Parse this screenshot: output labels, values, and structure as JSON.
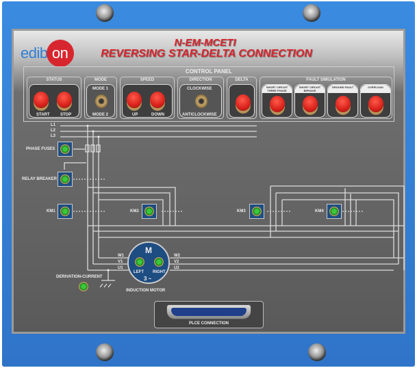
{
  "header": {
    "brand": "edibon",
    "brand_a": "edib",
    "brand_b": "on",
    "model": "N-EM-MCETI",
    "title": "REVERSING STAR-DELTA CONNECTION"
  },
  "control_panel": {
    "title": "CONTROL PANEL",
    "status": {
      "label": "STATUS",
      "start": "START",
      "stop": "STOP"
    },
    "mode": {
      "label": "MODE",
      "mode1": "MODE 1",
      "mode2": "MODE 2"
    },
    "speed": {
      "label": "SPEED",
      "up": "UP",
      "down": "DOWN"
    },
    "direction": {
      "label": "DIRECTION",
      "cw": "CLOCKWISE",
      "ccw": "ANTICLOCKWISE"
    },
    "delta": {
      "label": "DELTA"
    },
    "fault": {
      "label": "FAULT SIMULATION",
      "items": [
        "SHORT CIRCUIT THREE PHASE",
        "SHORT CIRCUIT BIPHASE",
        "GROUND FAULT",
        "OVERLOAD"
      ]
    }
  },
  "diagram": {
    "lines": [
      "L1",
      "L2",
      "L3"
    ],
    "phase_fuses": "PHASE FUSES",
    "relay_breaker": "RELAY BREAKER",
    "km1": "KM1",
    "km2": "KM2",
    "km3": "KM3",
    "km4": "KM4",
    "w1": "W1",
    "v1": "V1",
    "u1": "U1",
    "w2": "W2",
    "v2": "V2",
    "u2": "U2",
    "motor": {
      "m": "M",
      "left": "LEFT",
      "right": "RIGHT",
      "phase": "3 ~",
      "label": "INDUCTION MOTOR"
    },
    "derivation": "DERIVATION-CURRENT"
  },
  "plc": {
    "label": "PLCE CONNECTION"
  }
}
